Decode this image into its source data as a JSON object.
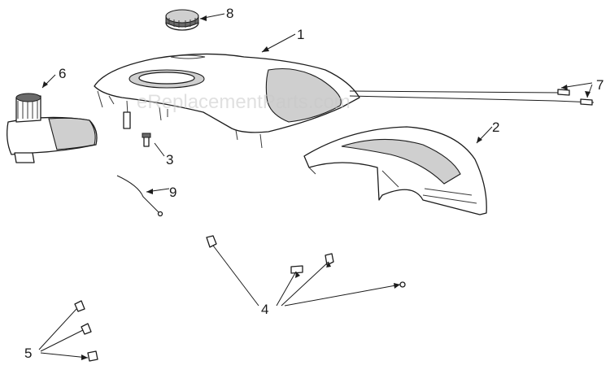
{
  "watermark": "eReplacementParts.com",
  "callouts": [
    {
      "id": "part-1",
      "text": "1"
    },
    {
      "id": "part-2",
      "text": "2"
    },
    {
      "id": "part-3",
      "text": "3"
    },
    {
      "id": "part-4",
      "text": "4"
    },
    {
      "id": "part-5",
      "text": "5"
    },
    {
      "id": "part-6",
      "text": "6"
    },
    {
      "id": "part-7",
      "text": "7"
    },
    {
      "id": "part-8",
      "text": "8"
    },
    {
      "id": "part-9",
      "text": "9"
    }
  ],
  "colors": {
    "line": "#1c1c1c",
    "shade": "#cfcfcf",
    "watermark": "#c8c8c8",
    "background": "#ffffff"
  }
}
